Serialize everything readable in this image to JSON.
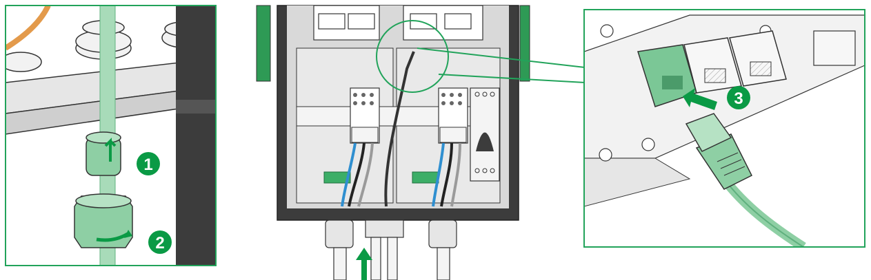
{
  "steps": [
    {
      "number": "1"
    },
    {
      "number": "2"
    },
    {
      "number": "3"
    }
  ],
  "colors": {
    "accent_green": "#0a9a45",
    "frame_green": "#21a35a",
    "part_green": "#8ecfa4",
    "part_green_dark": "#5fb07e",
    "housing_dark": "#3c3c3c",
    "metal_light": "#e9e9e9",
    "wire_blue": "#2f8fd0"
  },
  "icons": {
    "arrow": "up-arrow-icon",
    "rotate": "rotate-arrow-icon"
  }
}
